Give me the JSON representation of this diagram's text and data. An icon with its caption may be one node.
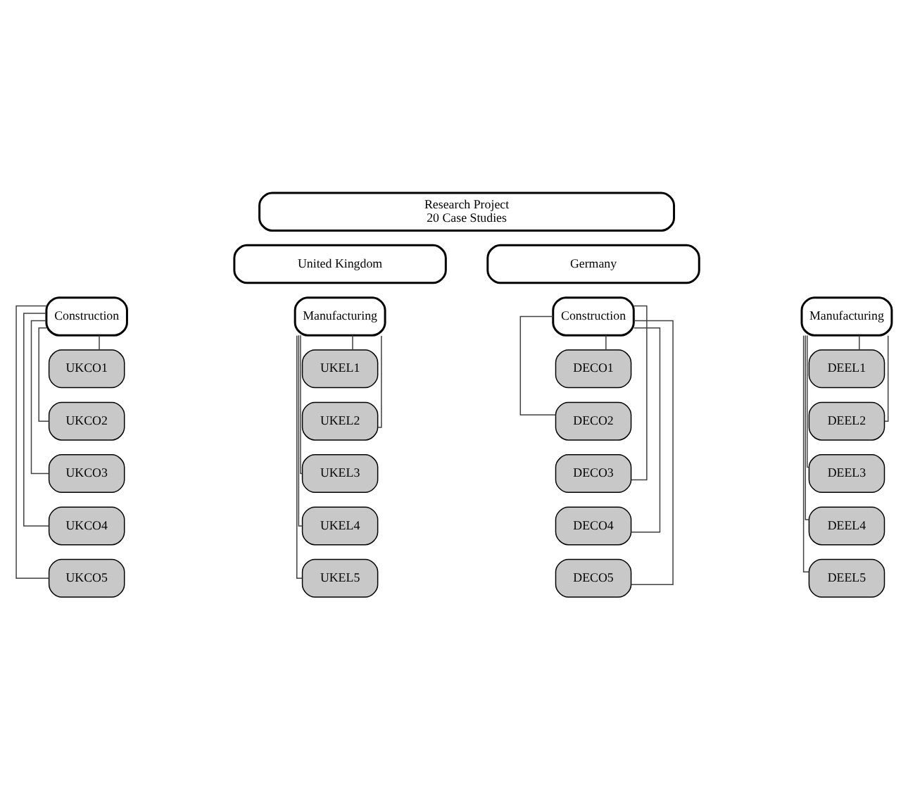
{
  "diagram": {
    "nodes": [
      {
        "text": [
          "Research Project",
          "20 Case Studies"
        ]
      },
      {
        "text": [
          "United Kingdom"
        ]
      },
      {
        "text": [
          "Germany"
        ]
      },
      {
        "text": [
          "Construction"
        ]
      },
      {
        "text": [
          "Manufacturing"
        ]
      },
      {
        "text": [
          "Construction"
        ]
      },
      {
        "text": [
          "Manufacturing"
        ]
      },
      {
        "text": [
          "UKCO1"
        ]
      },
      {
        "text": [
          "UKCO2"
        ]
      },
      {
        "text": [
          "UKCO3"
        ]
      },
      {
        "text": [
          "UKCO4"
        ]
      },
      {
        "text": [
          "UKCO5"
        ]
      },
      {
        "text": [
          "UKEL1"
        ]
      },
      {
        "text": [
          "UKEL2"
        ]
      },
      {
        "text": [
          "UKEL3"
        ]
      },
      {
        "text": [
          "UKEL4"
        ]
      },
      {
        "text": [
          "UKEL5"
        ]
      },
      {
        "text": [
          "DECO1"
        ]
      },
      {
        "text": [
          "DECO2"
        ]
      },
      {
        "text": [
          "DECO3"
        ]
      },
      {
        "text": [
          "DECO4"
        ]
      },
      {
        "text": [
          "DECO5"
        ]
      },
      {
        "text": [
          "DEEL1"
        ]
      },
      {
        "text": [
          "DEEL2"
        ]
      },
      {
        "text": [
          "DEEL3"
        ]
      },
      {
        "text": [
          "DEEL4"
        ]
      },
      {
        "text": [
          "DEEL5"
        ]
      }
    ],
    "edges": [
      {
        "from": 3,
        "to": 7,
        "arrow": "none"
      },
      {
        "from": 3,
        "to": 8,
        "arrow": "none"
      },
      {
        "from": 3,
        "to": 9,
        "arrow": "none"
      },
      {
        "from": 3,
        "to": 10,
        "arrow": "none"
      },
      {
        "from": 3,
        "to": 11,
        "arrow": "none"
      },
      {
        "from": 4,
        "to": 12,
        "arrow": "none"
      },
      {
        "from": 4,
        "to": 13,
        "arrow": "none"
      },
      {
        "from": 4,
        "to": 14,
        "arrow": "none"
      },
      {
        "from": 4,
        "to": 15,
        "arrow": "none"
      },
      {
        "from": 4,
        "to": 16,
        "arrow": "none"
      },
      {
        "from": 5,
        "to": 17,
        "arrow": "none"
      },
      {
        "from": 5,
        "to": 18,
        "arrow": "none"
      },
      {
        "from": 5,
        "to": 19,
        "arrow": "none"
      },
      {
        "from": 5,
        "to": 20,
        "arrow": "none"
      },
      {
        "from": 5,
        "to": 21,
        "arrow": "none"
      },
      {
        "from": 6,
        "to": 22,
        "arrow": "none"
      },
      {
        "from": 6,
        "to": 23,
        "arrow": "none"
      },
      {
        "from": 6,
        "to": 24,
        "arrow": "none"
      },
      {
        "from": 6,
        "to": 25,
        "arrow": "none"
      },
      {
        "from": 6,
        "to": 26,
        "arrow": "none"
      }
    ]
  }
}
